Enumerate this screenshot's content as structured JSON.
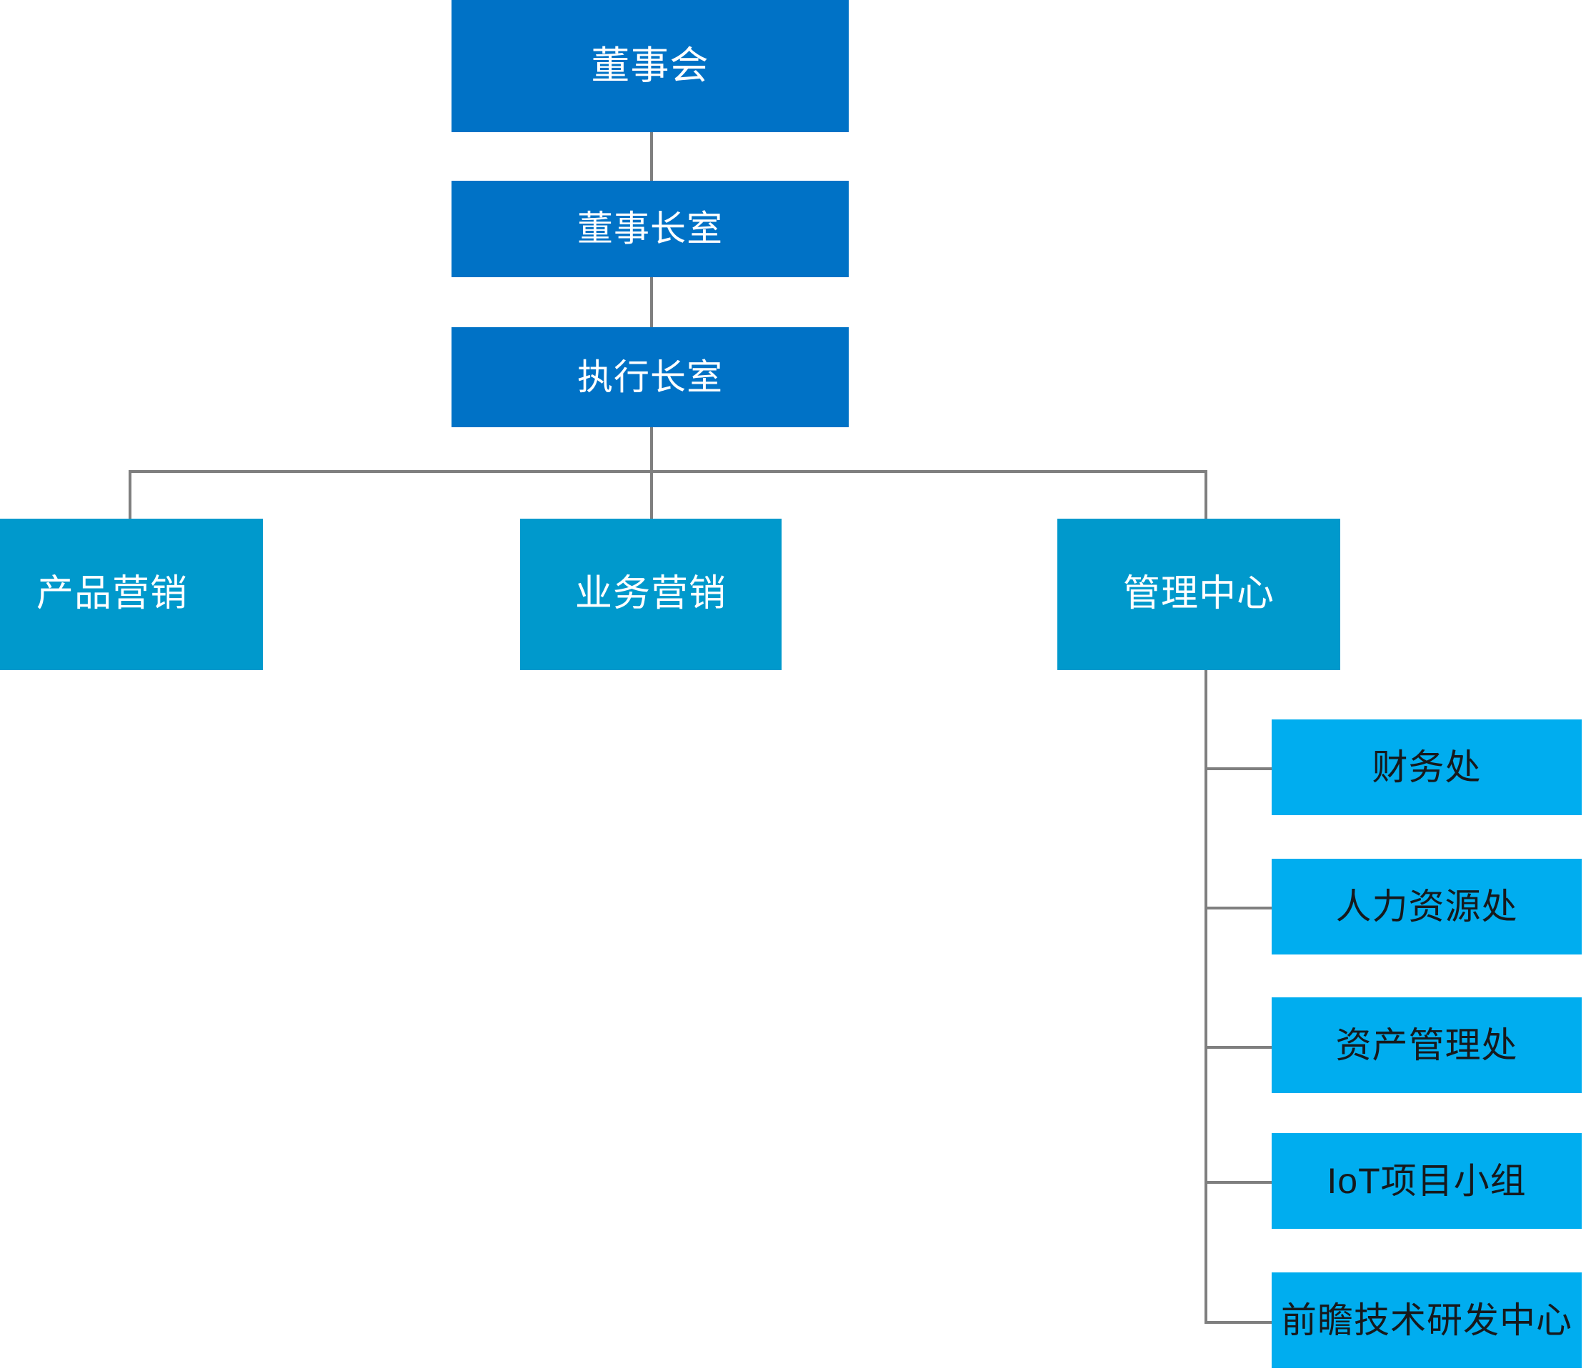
{
  "chart_data": {
    "type": "diagram",
    "subtype": "organization-chart",
    "title": "",
    "orientation": "top-down-with-right-branch",
    "palette": {
      "level1": "#0072C6",
      "level2": "#0099CC",
      "level3": "#00ADEF",
      "connector": "#7f7f7f",
      "background": "#ffffff",
      "text_on_dark": "#ffffff",
      "text_on_light": "#16191c"
    },
    "nodes": [
      {
        "id": "board",
        "label": "董事会",
        "level": 1,
        "tone": "dark"
      },
      {
        "id": "chairman",
        "label": "董事长室",
        "level": 1,
        "tone": "dark"
      },
      {
        "id": "executive",
        "label": "执行长室",
        "level": 1,
        "tone": "dark"
      },
      {
        "id": "product",
        "label": "产品营销",
        "level": 2,
        "tone": "mid"
      },
      {
        "id": "business",
        "label": "业务营销",
        "level": 2,
        "tone": "mid"
      },
      {
        "id": "management",
        "label": "管理中心",
        "level": 2,
        "tone": "mid"
      },
      {
        "id": "finance",
        "label": "财务处",
        "level": 3,
        "tone": "light"
      },
      {
        "id": "hr",
        "label": "人力资源处",
        "level": 3,
        "tone": "light"
      },
      {
        "id": "asset",
        "label": "资产管理处",
        "level": 3,
        "tone": "light"
      },
      {
        "id": "iot",
        "label": "IoT项目小组",
        "level": 3,
        "tone": "light"
      },
      {
        "id": "rnd",
        "label": "前瞻技术研发中心",
        "level": 3,
        "tone": "light"
      }
    ],
    "edges": [
      {
        "from": "board",
        "to": "chairman"
      },
      {
        "from": "chairman",
        "to": "executive"
      },
      {
        "from": "executive",
        "to": "product"
      },
      {
        "from": "executive",
        "to": "business"
      },
      {
        "from": "executive",
        "to": "management"
      },
      {
        "from": "management",
        "to": "finance"
      },
      {
        "from": "management",
        "to": "hr"
      },
      {
        "from": "management",
        "to": "asset"
      },
      {
        "from": "management",
        "to": "iot"
      },
      {
        "from": "management",
        "to": "rnd"
      }
    ]
  },
  "nodes": {
    "board": {
      "label": "董事会"
    },
    "chairman": {
      "label": "董事长室"
    },
    "executive": {
      "label": "执行长室"
    },
    "product": {
      "label": "产品营销"
    },
    "business": {
      "label": "业务营销"
    },
    "management": {
      "label": "管理中心"
    },
    "finance": {
      "label": "财务处"
    },
    "hr": {
      "label": "人力资源处"
    },
    "asset": {
      "label": "资产管理处"
    },
    "iot": {
      "label": "IoT项目小组"
    },
    "rnd": {
      "label": "前瞻技术研发中心"
    }
  }
}
